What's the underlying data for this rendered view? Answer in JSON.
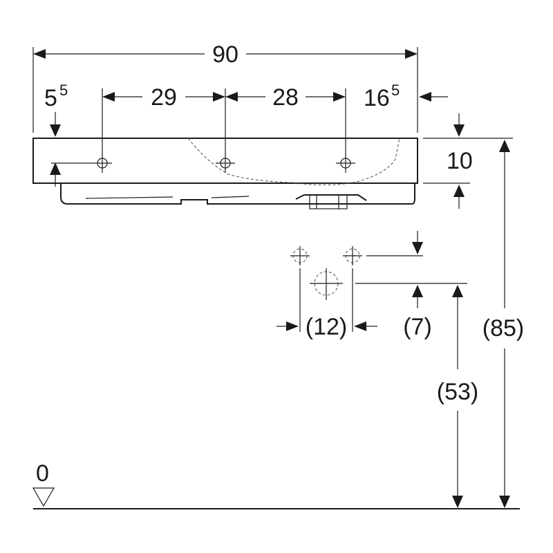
{
  "dimensions": {
    "total_width": "90",
    "left_offset": "5",
    "left_offset_sup": "5",
    "spacing_1": "29",
    "spacing_2": "28",
    "right_offset": "16",
    "right_offset_sup": "5",
    "basin_height": "10",
    "drain_spacing": "(12)",
    "drain_offset": "(7)",
    "drain_height": "(53)",
    "rim_height": "(85)",
    "floor_level": "0"
  },
  "colors": {
    "line": "#1a1a1a",
    "background": "#ffffff"
  }
}
